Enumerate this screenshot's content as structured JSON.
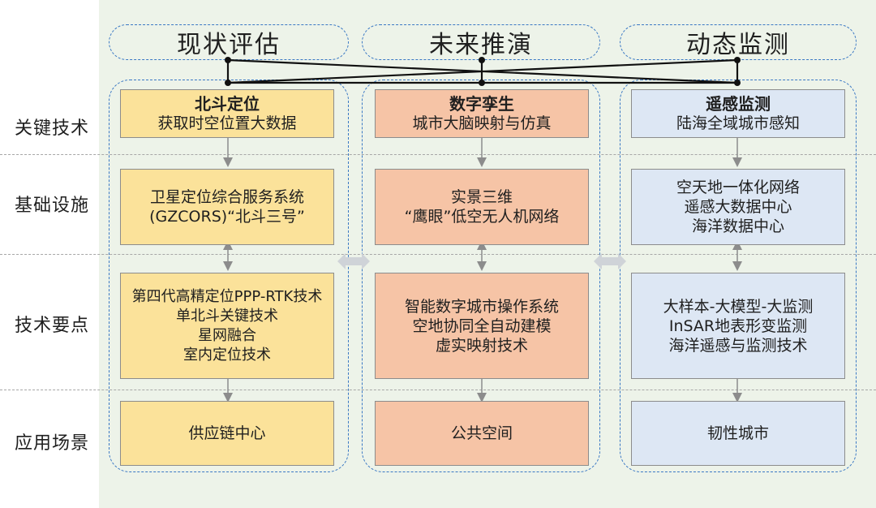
{
  "headers": [
    "现状评估",
    "未来推演",
    "动态监测"
  ],
  "row_labels": [
    "关键技术",
    "基础设施",
    "技术要点",
    "应用场景"
  ],
  "columns": [
    {
      "key_tech": {
        "title": "北斗定位",
        "subtitle": "获取时空位置大数据"
      },
      "infrastructure": [
        "卫星定位综合服务系统",
        "(GZCORS)“北斗三号”"
      ],
      "tech_points": [
        "第四代高精定位PPP-RTK技术",
        "单北斗关键技术",
        "星网融合",
        "室内定位技术"
      ],
      "scenario": "供应链中心"
    },
    {
      "key_tech": {
        "title": "数字孪生",
        "subtitle": "城市大脑映射与仿真"
      },
      "infrastructure": [
        "实景三维",
        "“鹰眼”低空无人机网络"
      ],
      "tech_points": [
        "智能数字城市操作系统",
        "空地协同全自动建模",
        "虚实映射技术"
      ],
      "scenario": "公共空间"
    },
    {
      "key_tech": {
        "title": "遥感监测",
        "subtitle": "陆海全域城市感知"
      },
      "infrastructure": [
        "空天地一体化网络",
        "遥感大数据中心",
        "海洋数据中心"
      ],
      "tech_points": [
        "大样本-大模型-大监测",
        "InSAR地表形变监测",
        "海洋遥感与监测技术"
      ],
      "scenario": "韧性城市"
    }
  ],
  "colors": {
    "yellow": "#fbe29a",
    "salmon": "#f6c4a6",
    "blue": "#dde7f4",
    "frame": "#3a78c4",
    "panel": "#edf3e9"
  }
}
